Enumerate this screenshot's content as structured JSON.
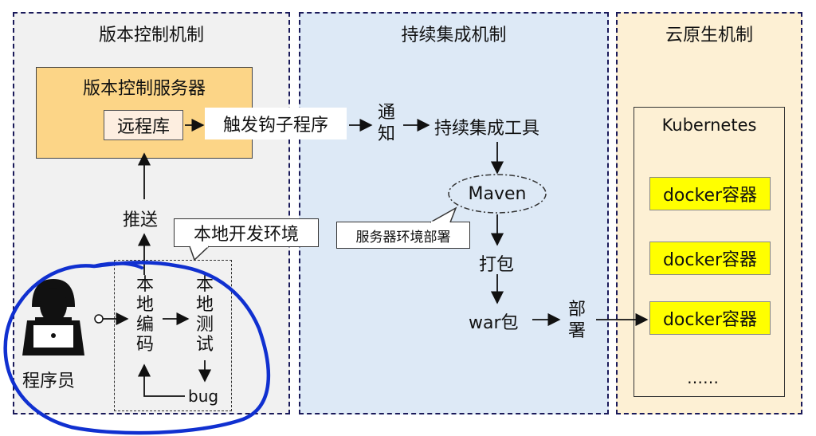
{
  "panels": {
    "vcs": {
      "title": "版本控制机制"
    },
    "ci": {
      "title": "持续集成机制"
    },
    "cloud": {
      "title": "云原生机制"
    }
  },
  "vcs": {
    "server_title": "版本控制服务器",
    "remote_repo": "远程库",
    "push": "推送",
    "local_env": "本地开发环境",
    "local_coding": "本地编码",
    "local_testing": "本地测试",
    "bug": "bug",
    "programmer": "程序员"
  },
  "ci": {
    "hook": "触发钩子程序",
    "notify": "通知",
    "ci_tool": "持续集成工具",
    "maven": "Maven",
    "server_env_deploy": "服务器环境部署",
    "package": "打包",
    "war": "war包",
    "deploy": "部署"
  },
  "cloud": {
    "kubernetes": "Kubernetes",
    "containers": [
      "docker容器",
      "docker容器",
      "docker容器"
    ],
    "ellipsis": "……"
  },
  "colors": {
    "panel_border": "#1a1a5a",
    "vcs_bg": "#f1f1f1",
    "ci_bg": "#dde9f6",
    "cloud_bg": "#fdf0d4",
    "server_fill": "#fcd587",
    "container_fill": "#ffff00",
    "annotation": "#1030d0"
  }
}
